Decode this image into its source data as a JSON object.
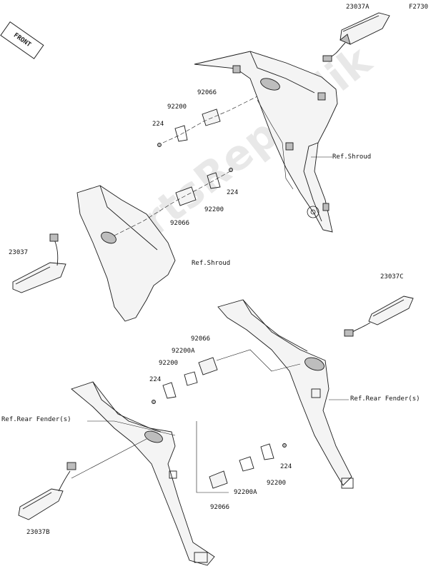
{
  "figure_code": "F2730",
  "front_label": "FRONT",
  "watermark": "PartsRepublik",
  "labels": {
    "p23037a": "23037A",
    "p23037": "23037",
    "p23037c": "23037C",
    "p23037b": "23037B",
    "p92066_top": "92066",
    "p92200_top": "92200",
    "p224_top": "224",
    "p224_mid": "224",
    "p92200_mid": "92200",
    "p92066_mid": "92066",
    "ref_shroud_1": "Ref.Shroud",
    "ref_shroud_2": "Ref.Shroud",
    "p92066_low": "92066",
    "p92200a_low": "92200A",
    "p92200_low": "92200",
    "p224_low": "224",
    "ref_rear_fender_left": "Ref.Rear Fender(s)",
    "ref_rear_fender_right": "Ref.Rear Fender(s)",
    "p224_bot": "224",
    "p92200_bot": "92200",
    "p92200a_bot": "92200A",
    "p92066_bot": "92066"
  },
  "icons": {
    "front_arrow": "front-arrow-icon",
    "gear": "gear-icon"
  }
}
